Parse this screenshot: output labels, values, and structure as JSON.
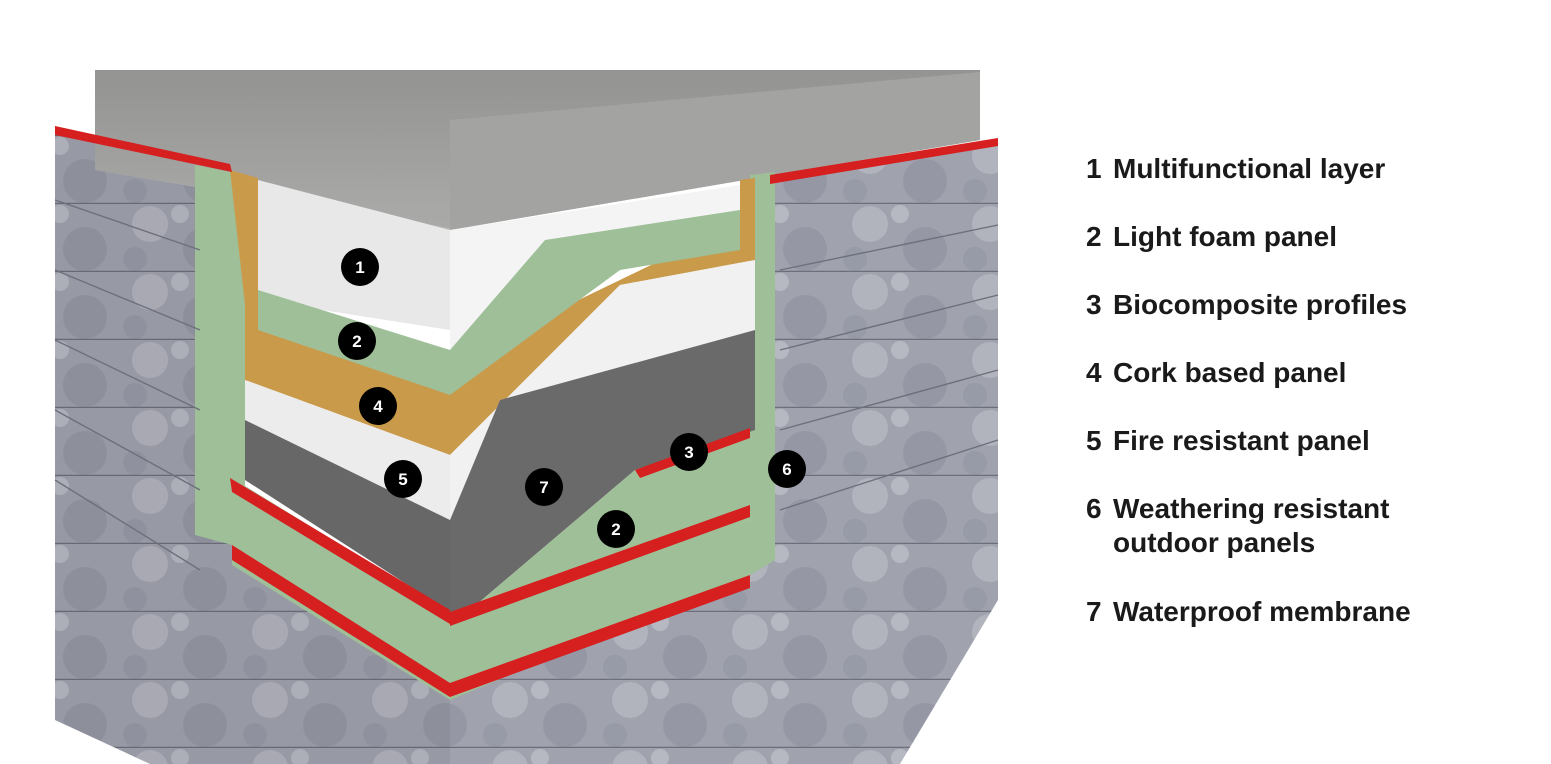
{
  "markers": [
    {
      "id": "1",
      "label": "1"
    },
    {
      "id": "2a",
      "label": "2"
    },
    {
      "id": "4",
      "label": "4"
    },
    {
      "id": "5",
      "label": "5"
    },
    {
      "id": "7",
      "label": "7"
    },
    {
      "id": "3",
      "label": "3"
    },
    {
      "id": "6",
      "label": "6"
    },
    {
      "id": "2b",
      "label": "2"
    }
  ],
  "legend": [
    {
      "number": "1",
      "text": "Multifunctional layer"
    },
    {
      "number": "2",
      "text": "Light foam panel"
    },
    {
      "number": "3",
      "text": "Biocomposite profiles"
    },
    {
      "number": "4",
      "text": "Cork based panel"
    },
    {
      "number": "5",
      "text": "Fire resistant panel"
    },
    {
      "number": "6",
      "text": "Weathering resistant",
      "text_line2": "outdoor panels"
    },
    {
      "number": "7",
      "text": "Waterproof membrane"
    }
  ],
  "colors": {
    "concrete": "#a9a9a7",
    "stone": "#9ea1ad",
    "foam": "#9fbf98",
    "cork": "#c99a4a",
    "fire_panel": "#ececec",
    "membrane": "#666666",
    "profile_red": "#d61f1f",
    "marker": "#000000"
  }
}
